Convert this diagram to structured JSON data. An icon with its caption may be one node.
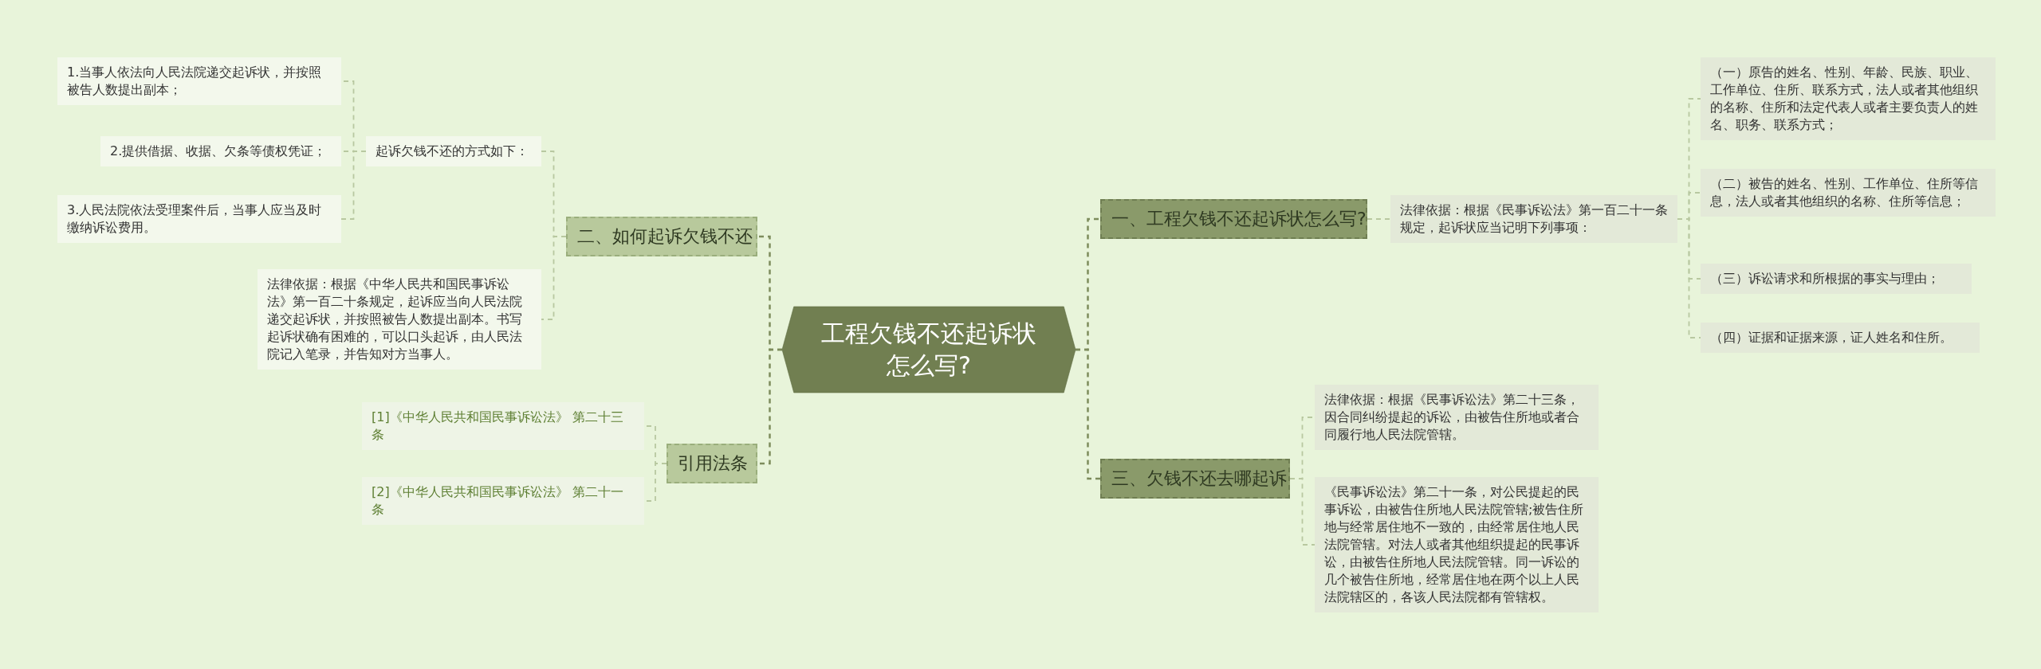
{
  "diagram": {
    "nodes": [
      {
        "text": [
          "工程欠钱不还起诉状怎么写?"
        ]
      },
      {
        "text": [
          "一、工程欠钱不还起诉状怎么写?"
        ]
      },
      {
        "text": [
          "法律依据：根据《民事诉讼法》第一百二十一条规定，起诉状应当记明下列事项："
        ]
      },
      {
        "text": [
          "（一）原告的姓名、性别、年龄、民族、职业、工作单位、住所、联系方式，法人或者其他组织的名称、住所和法定代表人或者主要负责人的姓名、职务、联系方式；"
        ]
      },
      {
        "text": [
          "（二）被告的姓名、性别、工作单位、住所等信息，法人或者其他组织的名称、住所等信息；"
        ]
      },
      {
        "text": [
          "（三）诉讼请求和所根据的事实与理由；"
        ]
      },
      {
        "text": [
          "（四）证据和证据来源，证人姓名和住所。"
        ]
      },
      {
        "text": [
          "三、欠钱不还去哪起诉"
        ]
      },
      {
        "text": [
          "法律依据：根据《民事诉讼法》第二十三条，因合同纠纷提起的诉讼，由被告住所地或者合同履行地人民法院管辖。"
        ]
      },
      {
        "text": [
          "《民事诉讼法》第二十一条，对公民提起的民事诉讼，由被告住所地人民法院管辖;被告住所地与经常居住地不一致的，由经常居住地人民法院管辖。对法人或者其他组织提起的民事诉讼，由被告住所地人民法院管辖。同一诉讼的几个被告住所地，经常居住地在两个以上人民法院辖区的，各该人民法院都有管辖权。"
        ]
      },
      {
        "text": [
          "二、如何起诉欠钱不还"
        ]
      },
      {
        "text": [
          "起诉欠钱不还的方式如下："
        ]
      },
      {
        "text": [
          "1.当事人依法向人民法院递交起诉状，并按照被告人数提出副本；"
        ]
      },
      {
        "text": [
          "2.提供借据、收据、欠条等债权凭证；"
        ]
      },
      {
        "text": [
          "3.人民法院依法受理案件后，当事人应当及时缴纳诉讼费用。"
        ]
      },
      {
        "text": [
          "法律依据：根据《中华人民共和国民事诉讼法》第一百二十条规定，起诉应当向人民法院递交起诉状，并按照被告人数提出副本。书写起诉状确有困难的，可以口头起诉，由人民法院记入笔录，并告知对方当事人。"
        ]
      },
      {
        "text": [
          "引用法条"
        ]
      },
      {
        "text": [
          "[1]《中华人民共和国民事诉讼法》 第二十三条"
        ]
      },
      {
        "text": [
          "[2]《中华人民共和国民事诉讼法》 第二十一条"
        ]
      }
    ],
    "edges": [
      {
        "from": 0,
        "to": 1,
        "arrow": "none",
        "style": "dashed",
        "color": "#7d8c5c"
      },
      {
        "from": 1,
        "to": 2,
        "arrow": "none",
        "style": "dashed"
      },
      {
        "from": 2,
        "to": 3,
        "arrow": "none",
        "style": "dashed"
      },
      {
        "from": 2,
        "to": 4,
        "arrow": "none",
        "style": "dashed"
      },
      {
        "from": 2,
        "to": 5,
        "arrow": "none",
        "style": "dashed"
      },
      {
        "from": 2,
        "to": 6,
        "arrow": "none",
        "style": "dashed"
      },
      {
        "from": 0,
        "to": 7,
        "arrow": "none",
        "style": "dashed",
        "color": "#7d8c5c"
      },
      {
        "from": 7,
        "to": 8,
        "arrow": "none",
        "style": "dashed"
      },
      {
        "from": 7,
        "to": 9,
        "arrow": "none",
        "style": "dashed"
      },
      {
        "from": 0,
        "to": 10,
        "arrow": "none",
        "style": "dashed",
        "color": "#7d8c5c"
      },
      {
        "from": 10,
        "to": 11,
        "arrow": "none",
        "style": "dashed"
      },
      {
        "from": 11,
        "to": 12,
        "arrow": "none",
        "style": "dashed"
      },
      {
        "from": 11,
        "to": 13,
        "arrow": "none",
        "style": "dashed"
      },
      {
        "from": 11,
        "to": 14,
        "arrow": "none",
        "style": "dashed"
      },
      {
        "from": 10,
        "to": 15,
        "arrow": "none",
        "style": "dashed"
      },
      {
        "from": 0,
        "to": 16,
        "arrow": "none",
        "style": "dashed",
        "color": "#7d8c5c"
      },
      {
        "from": 16,
        "to": 17,
        "arrow": "none",
        "style": "dashed"
      },
      {
        "from": 16,
        "to": 18,
        "arrow": "none",
        "style": "dashed"
      }
    ]
  }
}
